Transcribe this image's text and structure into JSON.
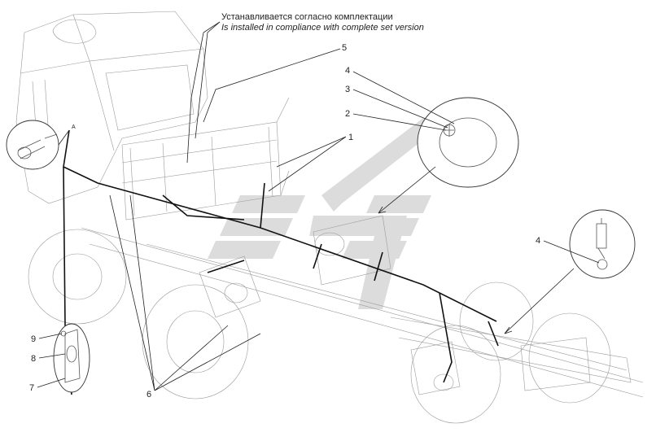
{
  "caption": {
    "ru": "Устанавливается согласно комплектации",
    "en": "Is installed in compliance with complete set version"
  },
  "callouts": [
    "1",
    "2",
    "3",
    "4",
    "5",
    "6",
    "7",
    "8",
    "9"
  ],
  "colors": {
    "logo": "#dcdcdc",
    "harness": "#111111",
    "outline": "#9a9a9a"
  }
}
